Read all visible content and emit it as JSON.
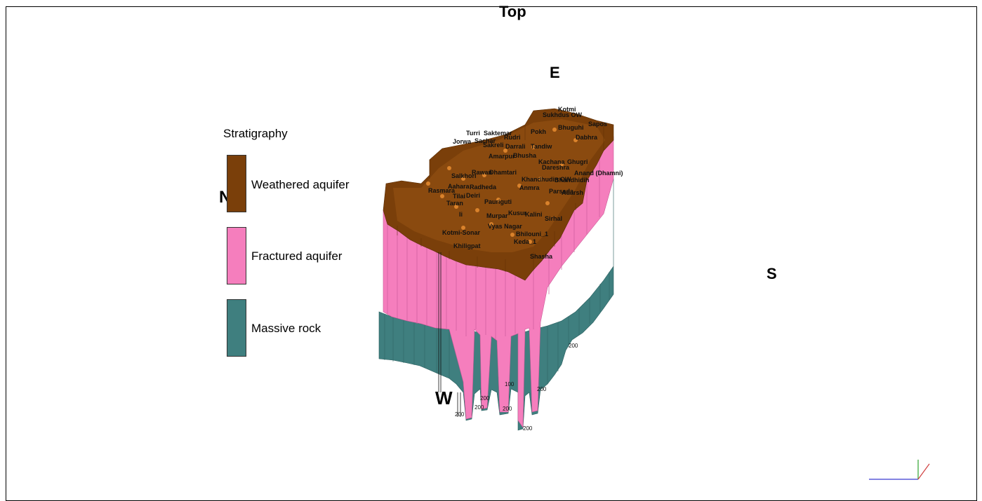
{
  "orientation": {
    "top": "Top",
    "east": "E",
    "north": "N",
    "south": "S",
    "west": "W"
  },
  "legend": {
    "title": "Stratigraphy",
    "items": [
      {
        "label": "Weathered aquifer",
        "color": "#7a3f0a"
      },
      {
        "label": "Fractured aquifer",
        "color": "#f57ebd"
      },
      {
        "label": "Massive rock",
        "color": "#3f7f7f"
      }
    ]
  },
  "locations": [
    "Kotmi",
    "Sukhdus OW",
    "Sapos",
    "Turri",
    "Saktemar",
    "Pokh",
    "Bhuguhi",
    "Dabhra",
    "Jorwa",
    "Sachar",
    "Rudri",
    "Sakreli",
    "Darrali",
    "Tandiw",
    "Amarpur",
    "Bhusha",
    "Kachana",
    "Ghugri",
    "Dareshra",
    "Anand (Dhamni)",
    "Salkhori",
    "Rawan",
    "Dhamtari",
    "Khandhudin OW",
    "Bhandhidih",
    "Aahara",
    "Rasmara",
    "Radheda",
    "Anmra",
    "Parsada",
    "Adarsh",
    "Tilai",
    "Deiri",
    "Taran",
    "Pauriguti",
    "Ii",
    "Murpar",
    "Kusur",
    "Kalini",
    "Sirhal",
    "Kotmi-Sonar",
    "Vyas Nagar",
    "Bhilouni_1",
    "Keda_1",
    "Khiligpat",
    "Shasha"
  ],
  "depth_ticks": [
    "200",
    "200",
    "200",
    "100",
    "200",
    "200",
    "200",
    "200"
  ]
}
